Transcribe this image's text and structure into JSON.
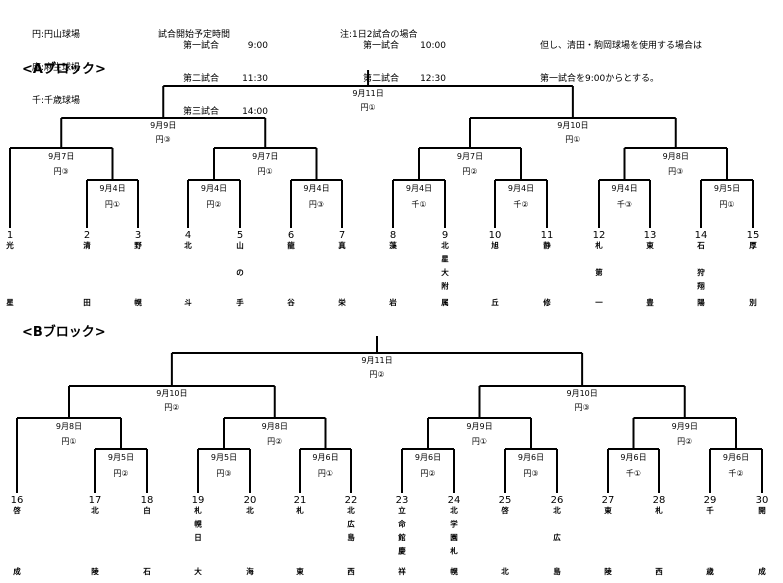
{
  "header": {
    "venues": [
      "円:円山球場",
      "麻:麻生球場",
      "千:千歳球場"
    ],
    "schedule_title": "試合開始予定時間",
    "schedule": [
      {
        "label": "第一試合",
        "time": "9:00"
      },
      {
        "label": "第二試合",
        "time": "11:30"
      },
      {
        "label": "第三試合",
        "time": "14:00"
      }
    ],
    "note_title": "注:1日2試合の場合",
    "note_schedule": [
      {
        "label": "第一試合",
        "time": "10:00"
      },
      {
        "label": "第二試合",
        "time": "12:30"
      }
    ],
    "remark_lines": [
      "但し、清田・駒岡球場を使用する場合は",
      "第一試合を9:00からとする。"
    ]
  },
  "blocks": [
    {
      "title": "<Aブロック>",
      "teams": [
        {
          "number": "1",
          "chars": [
            "光",
            "",
            "",
            "",
            "星"
          ]
        },
        {
          "number": "2",
          "chars": [
            "清",
            "",
            "",
            "",
            "田"
          ]
        },
        {
          "number": "3",
          "chars": [
            "野",
            "",
            "",
            "",
            "幌"
          ]
        },
        {
          "number": "4",
          "chars": [
            "北",
            "",
            "",
            "",
            "斗"
          ]
        },
        {
          "number": "5",
          "chars": [
            "山",
            "",
            "の",
            "",
            "手"
          ]
        },
        {
          "number": "6",
          "chars": [
            "龍",
            "",
            "",
            "",
            "谷"
          ]
        },
        {
          "number": "7",
          "chars": [
            "真",
            "",
            "",
            "",
            "栄"
          ]
        },
        {
          "number": "8",
          "chars": [
            "藻",
            "",
            "",
            "",
            "岩"
          ]
        },
        {
          "number": "9",
          "chars": [
            "北",
            "星",
            "大",
            "附",
            "属"
          ]
        },
        {
          "number": "10",
          "chars": [
            "旭",
            "",
            "",
            "",
            "丘"
          ]
        },
        {
          "number": "11",
          "chars": [
            "静",
            "",
            "",
            "",
            "修"
          ]
        },
        {
          "number": "12",
          "chars": [
            "札",
            "",
            "第",
            "",
            "一"
          ]
        },
        {
          "number": "13",
          "chars": [
            "東",
            "",
            "",
            "",
            "豊"
          ]
        },
        {
          "number": "14",
          "chars": [
            "石",
            "",
            "狩",
            "翔",
            "陽"
          ]
        },
        {
          "number": "15",
          "chars": [
            "厚",
            "",
            "",
            "",
            "別"
          ]
        }
      ],
      "games": {
        "r1": [
          {
            "date": "9月4日",
            "venue": "円①"
          },
          {
            "date": "9月4日",
            "venue": "円②"
          },
          {
            "date": "9月4日",
            "venue": "円③"
          },
          {
            "date": "9月4日",
            "venue": "千①"
          },
          {
            "date": "9月4日",
            "venue": "千②"
          },
          {
            "date": "9月4日",
            "venue": "千③"
          },
          {
            "date": "9月5日",
            "venue": "円①"
          }
        ],
        "r2": [
          {
            "date": "9月7日",
            "venue": "円③"
          },
          {
            "date": "9月7日",
            "venue": "円①"
          },
          {
            "date": "9月7日",
            "venue": "円②"
          },
          {
            "date": "9月8日",
            "venue": "円③"
          }
        ],
        "r3": [
          {
            "date": "9月9日",
            "venue": "円③"
          },
          {
            "date": "9月10日",
            "venue": "円①"
          }
        ],
        "final": {
          "date": "9月11日",
          "venue": "円①"
        }
      }
    },
    {
      "title": "<Bブロック>",
      "teams": [
        {
          "number": "16",
          "chars": [
            "啓",
            "",
            "",
            "",
            "成"
          ]
        },
        {
          "number": "17",
          "chars": [
            "北",
            "",
            "",
            "",
            "陵"
          ]
        },
        {
          "number": "18",
          "chars": [
            "白",
            "",
            "",
            "",
            "石"
          ]
        },
        {
          "number": "19",
          "chars": [
            "札",
            "幌",
            "日",
            "",
            "大"
          ]
        },
        {
          "number": "20",
          "chars": [
            "北",
            "",
            "",
            "",
            "海"
          ]
        },
        {
          "number": "21",
          "chars": [
            "札",
            "",
            "",
            "",
            "東"
          ]
        },
        {
          "number": "22",
          "chars": [
            "北",
            "広",
            "島",
            "",
            "西"
          ]
        },
        {
          "number": "23",
          "chars": [
            "立",
            "命",
            "館",
            "慶",
            "祥"
          ]
        },
        {
          "number": "24",
          "chars": [
            "北",
            "学",
            "園",
            "札",
            "幌"
          ]
        },
        {
          "number": "25",
          "chars": [
            "啓",
            "",
            "",
            "",
            "北"
          ]
        },
        {
          "number": "26",
          "chars": [
            "北",
            "",
            "広",
            "",
            "島"
          ]
        },
        {
          "number": "27",
          "chars": [
            "東",
            "",
            "",
            "",
            "陵"
          ]
        },
        {
          "number": "28",
          "chars": [
            "札",
            "",
            "",
            "",
            "西"
          ]
        },
        {
          "number": "29",
          "chars": [
            "千",
            "",
            "",
            "",
            "歳"
          ]
        },
        {
          "number": "30",
          "chars": [
            "開",
            "",
            "",
            "",
            "成"
          ]
        }
      ],
      "games": {
        "r1": [
          {
            "date": "9月5日",
            "venue": "円②"
          },
          {
            "date": "9月5日",
            "venue": "円③"
          },
          {
            "date": "9月6日",
            "venue": "円①"
          },
          {
            "date": "9月6日",
            "venue": "円②"
          },
          {
            "date": "9月6日",
            "venue": "円③"
          },
          {
            "date": "9月6日",
            "venue": "千①"
          },
          {
            "date": "9月6日",
            "venue": "千②"
          }
        ],
        "r2": [
          {
            "date": "9月8日",
            "venue": "円①"
          },
          {
            "date": "9月8日",
            "venue": "円②"
          },
          {
            "date": "9月9日",
            "venue": "円①"
          },
          {
            "date": "9月9日",
            "venue": "円②"
          }
        ],
        "r3": [
          {
            "date": "9月10日",
            "venue": "円②"
          },
          {
            "date": "9月10日",
            "venue": "円③"
          }
        ],
        "final": {
          "date": "9月11日",
          "venue": "円②"
        }
      }
    }
  ]
}
